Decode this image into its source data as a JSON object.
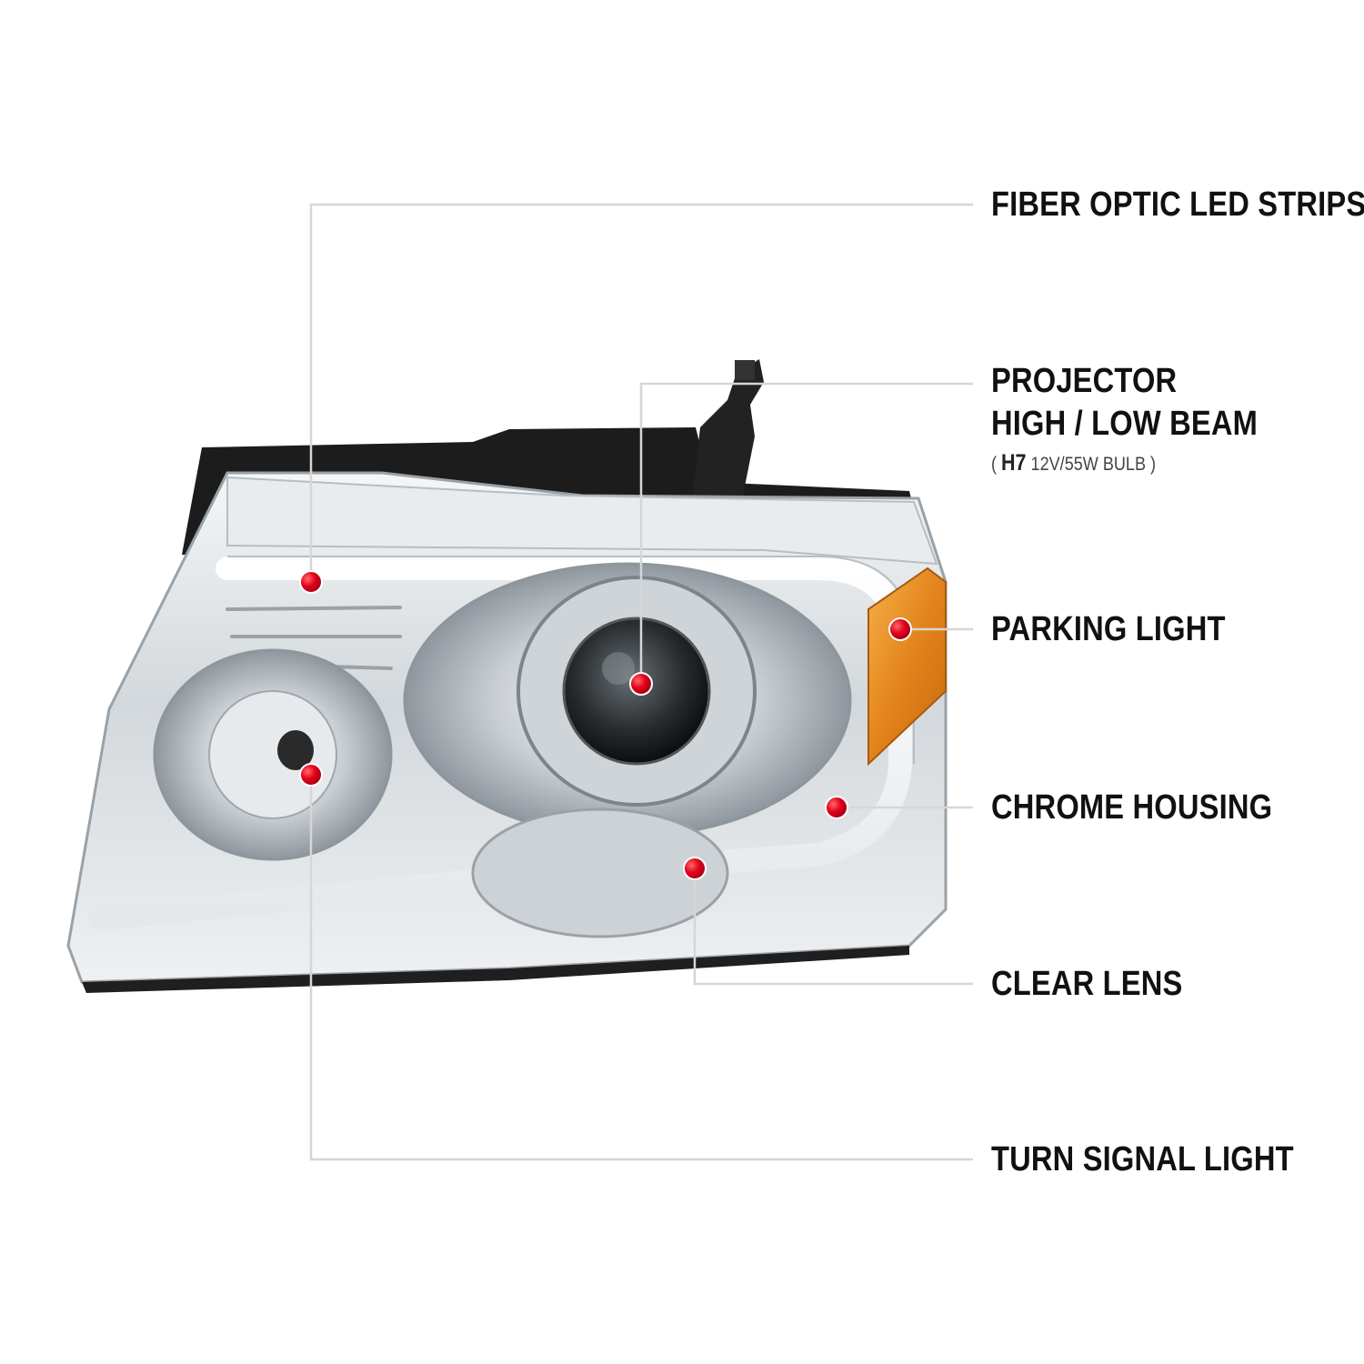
{
  "callouts": [
    {
      "id": "fiber",
      "label": "FIBER OPTIC LED STRIPS"
    },
    {
      "id": "projector",
      "label_line1": "PROJECTOR",
      "label_line2": "HIGH / LOW BEAM",
      "note_prefix": "( ",
      "note_strong": "H7",
      "note_rest": " 12V/55W BULB )"
    },
    {
      "id": "parking",
      "label": "PARKING LIGHT"
    },
    {
      "id": "chrome",
      "label": "CHROME HOUSING"
    },
    {
      "id": "lens",
      "label": "CLEAR LENS"
    },
    {
      "id": "turn",
      "label": "TURN SIGNAL LIGHT"
    }
  ],
  "colors": {
    "marker": "#e3001b",
    "leader_line": "#d6d6d6",
    "amber": "#e88a1a",
    "chrome": "#d9dde1",
    "housing_black": "#1a1a1a"
  }
}
